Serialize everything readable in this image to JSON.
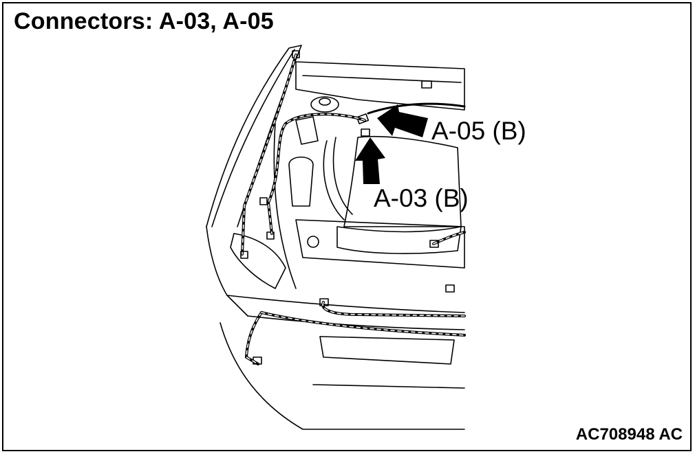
{
  "title": "Connectors: A-03, A-05",
  "callouts": {
    "a05": "A-05 (B)",
    "a03": "A-03 (B)"
  },
  "figure_id": "AC708948 AC",
  "colors": {
    "line": "#000000",
    "background": "#ffffff"
  }
}
